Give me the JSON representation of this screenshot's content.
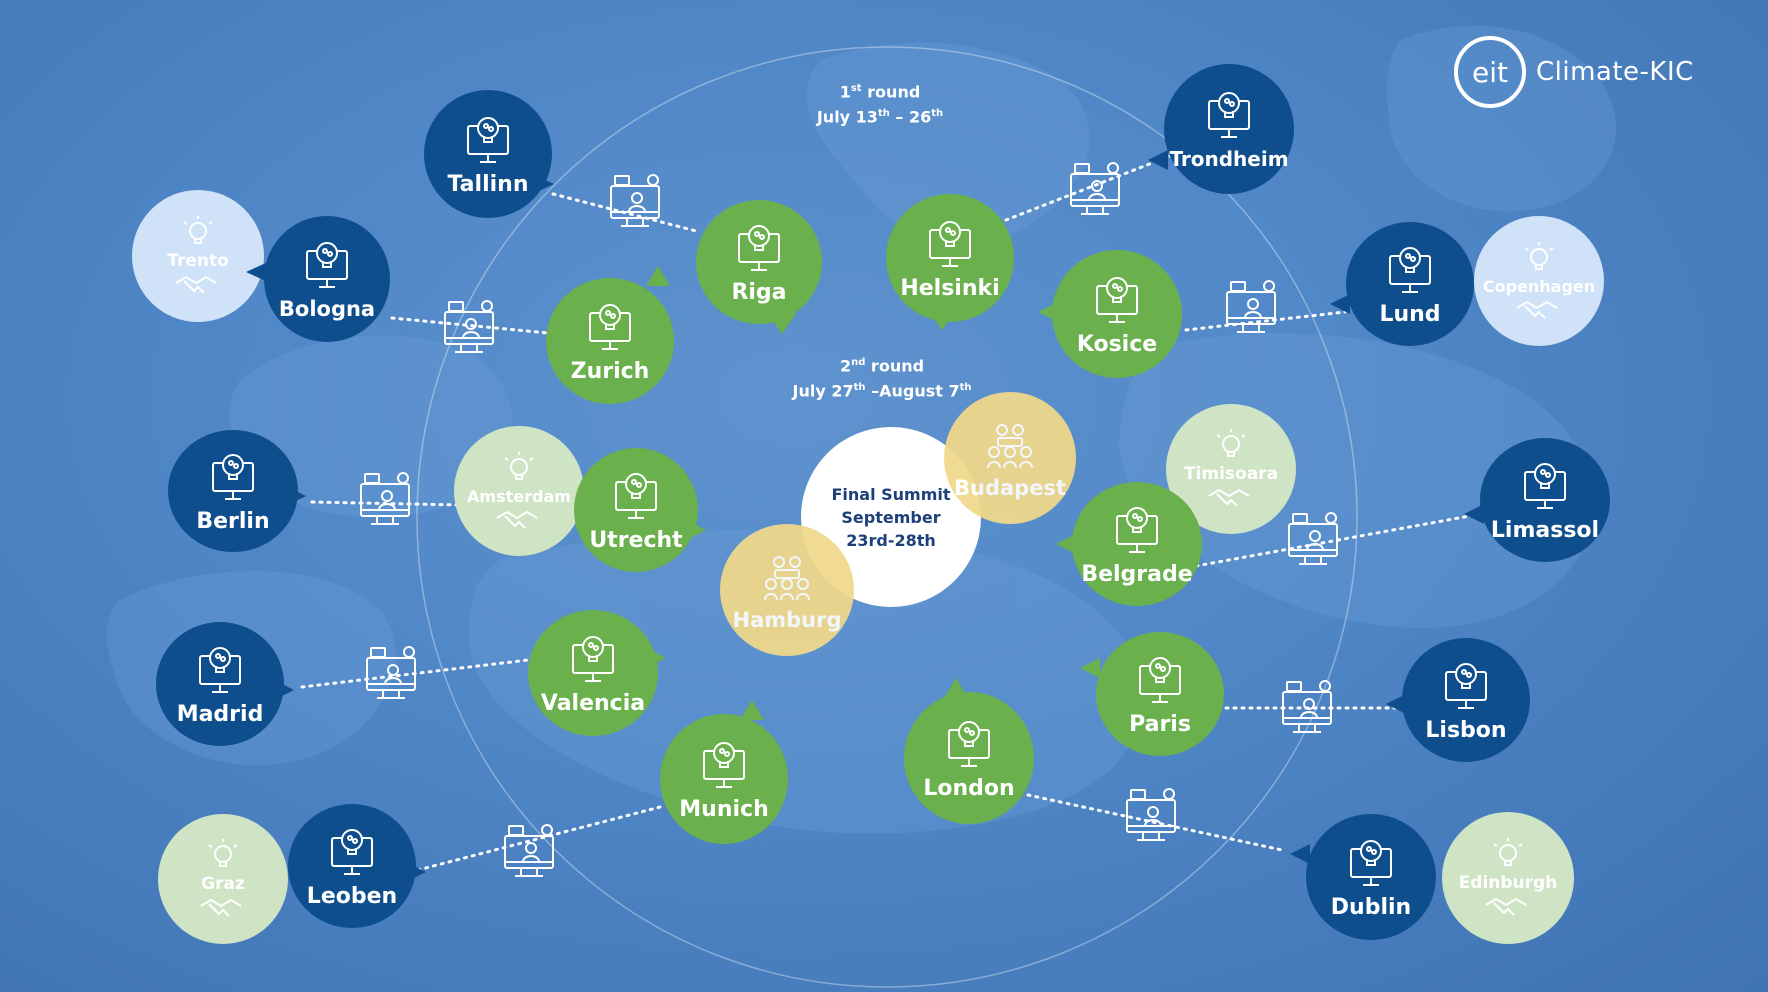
{
  "logo": {
    "mark": "eit",
    "name": "Climate-KIC"
  },
  "rounds": {
    "first": {
      "title": "1",
      "title_sup": "st",
      "title_rest": " round",
      "dates_a": "July 13",
      "dates_sup1": "th",
      "dates_b": " – 26",
      "dates_sup2": "th"
    },
    "second": {
      "title": "2",
      "title_sup": "nd",
      "title_rest": " round",
      "dates_a": "July 27",
      "dates_sup1": "th",
      "dates_b": " –August 7",
      "dates_sup2": "th"
    }
  },
  "summit": {
    "line1": "Final Summit",
    "line2": "September",
    "line3": "23rd-28th"
  },
  "colors": {
    "dark_blue": "#0f4e8c",
    "green": "#6ab04c",
    "light_blue": "#cfe2f7",
    "light_green": "#cfe4c4",
    "yellow": "#f1d98a"
  },
  "cities": {
    "tallinn": "Tallinn",
    "bologna": "Bologna",
    "trento": "Trento",
    "berlin": "Berlin",
    "madrid": "Madrid",
    "leoben": "Leoben",
    "graz": "Graz",
    "riga": "Riga",
    "zurich": "Zurich",
    "amsterdam": "Amsterdam",
    "utrecht": "Utrecht",
    "valencia": "Valencia",
    "munich": "Munich",
    "helsinki": "Helsinki",
    "kosice": "Kosice",
    "budapest": "Budapest",
    "hamburg": "Hamburg",
    "timisoara": "Timisoara",
    "belgrade": "Belgrade",
    "paris": "Paris",
    "london": "London",
    "trondheim": "Trondheim",
    "lund": "Lund",
    "copenhagen": "Copenhagen",
    "limassol": "Limassol",
    "lisbon": "Lisbon",
    "dublin": "Dublin",
    "edinburgh": "Edinburgh"
  },
  "icons": {
    "node": "lightbulb-monitor-icon",
    "partner": "handshake-lightbulb-icon",
    "link": "online-meeting-icon",
    "group": "people-group-icon"
  }
}
